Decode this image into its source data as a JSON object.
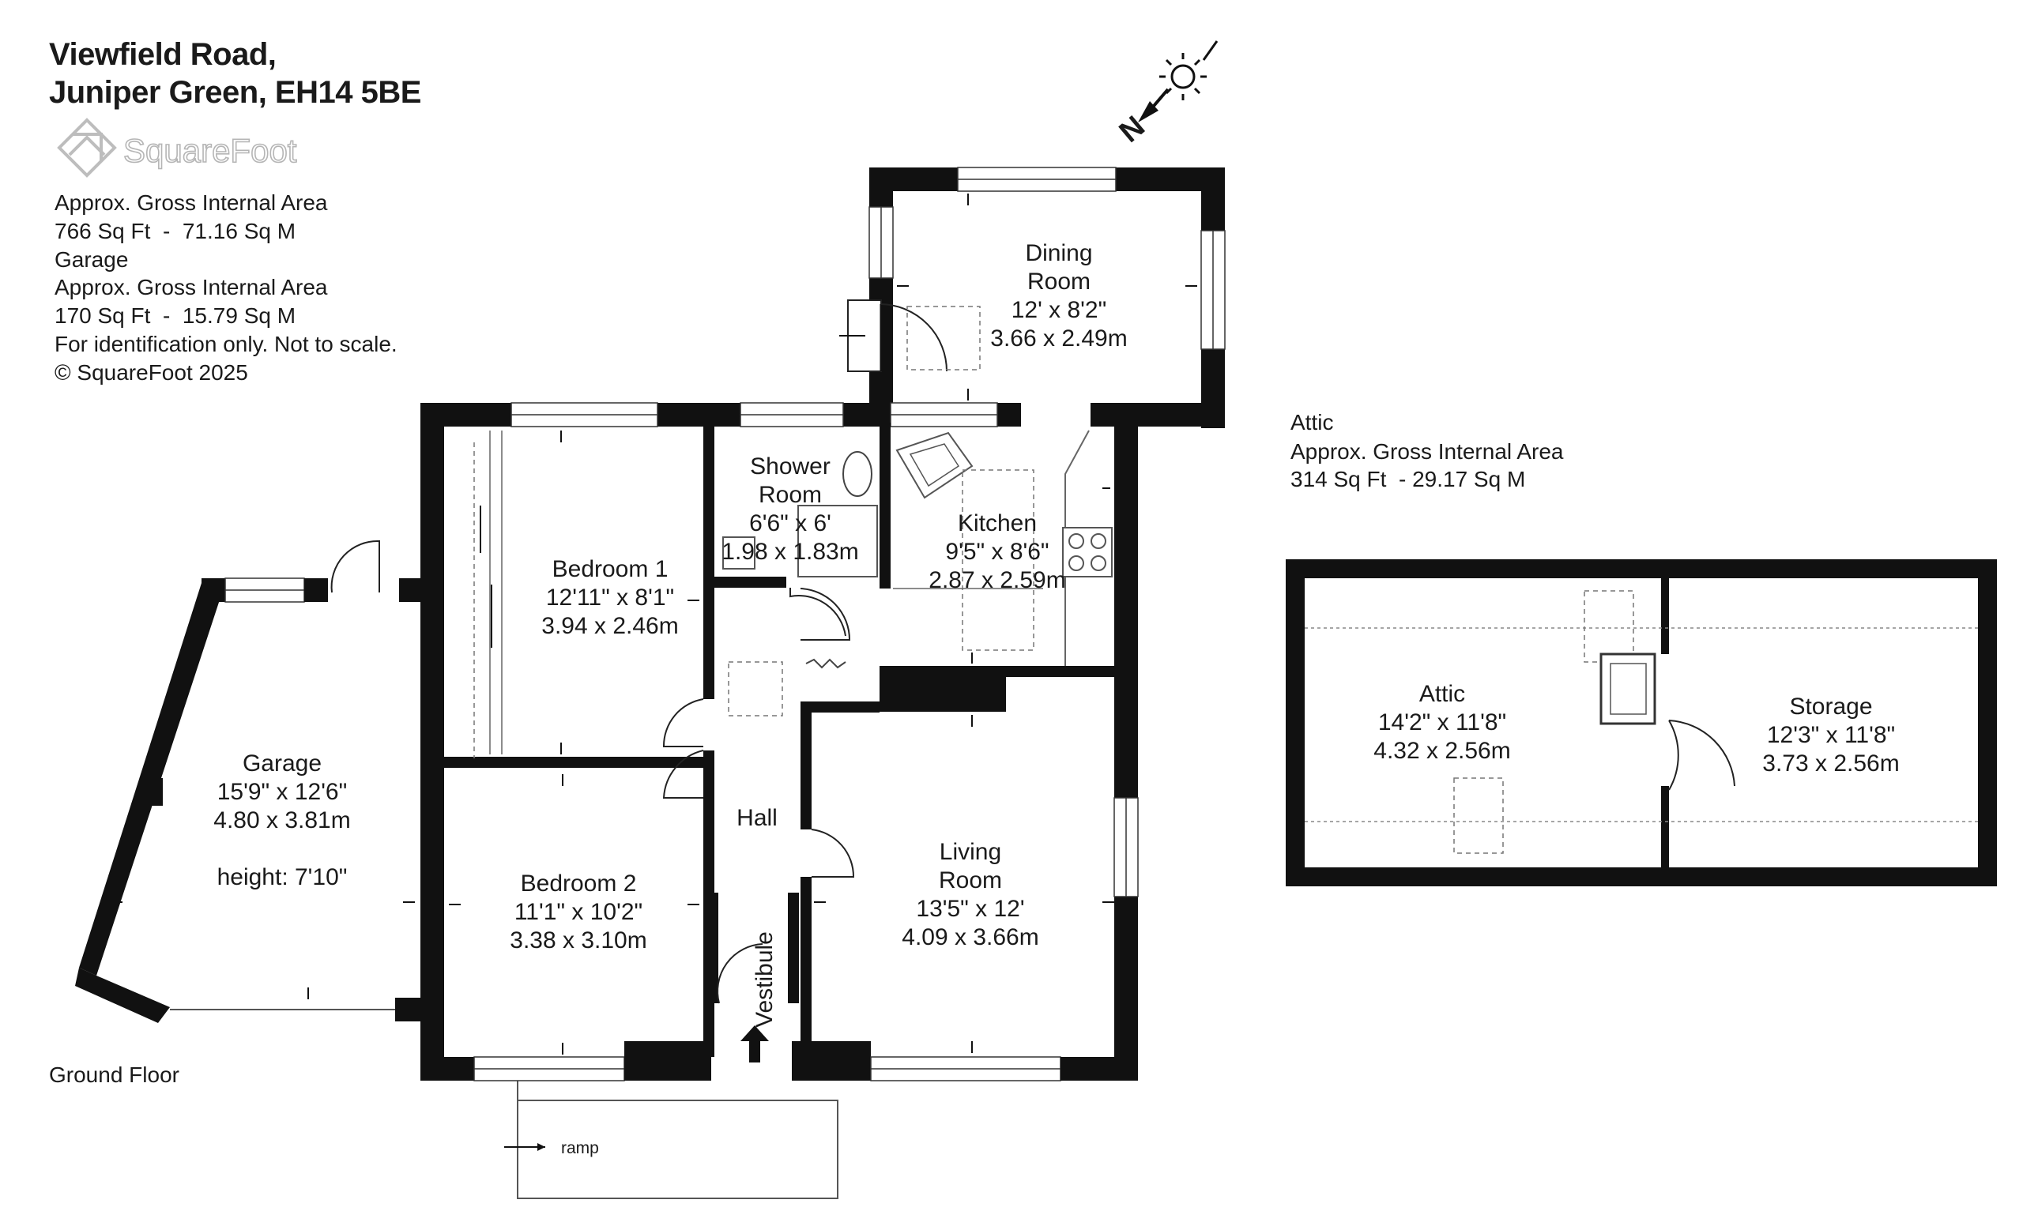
{
  "header": {
    "address_line1": "Viewfield Road,",
    "address_line2": "Juniper Green, EH14 5BE",
    "brand": "SquareFoot"
  },
  "area_info": {
    "lines": [
      "Approx. Gross Internal Area",
      "766 Sq Ft  -  71.16 Sq M",
      "Garage",
      "Approx. Gross Internal Area",
      "170 Sq Ft  -  15.79 Sq M",
      "For identification only. Not to scale.",
      "© SquareFoot 2025"
    ]
  },
  "attic_info": {
    "lines": [
      "Attic",
      "Approx. Gross Internal Area",
      "314 Sq Ft  - 29.17 Sq M"
    ]
  },
  "compass": {
    "north_label": "N"
  },
  "floor_label": "Ground Floor",
  "rooms": {
    "dining": [
      "Dining",
      "Room",
      "12' x 8'2\"",
      "3.66 x 2.49m"
    ],
    "shower": [
      "Shower",
      "Room",
      "6'6\" x 6'",
      "1.98 x 1.83m"
    ],
    "kitchen": [
      "Kitchen",
      "9'5\" x 8'6\"",
      "2.87 x 2.59m"
    ],
    "bedroom1": [
      "Bedroom 1",
      "12'11\" x 8'1\"",
      "3.94 x 2.46m"
    ],
    "garage": [
      "Garage",
      "15'9\" x 12'6\"",
      "4.80 x 3.81m",
      "",
      "height: 7'10\""
    ],
    "hall": [
      "Hall"
    ],
    "bedroom2": [
      "Bedroom 2",
      "11'1\" x 10'2\"",
      "3.38 x 3.10m"
    ],
    "living": [
      "Living",
      "Room",
      "13'5\" x 12'",
      "4.09 x 3.66m"
    ],
    "vestibule": [
      "Vestibule"
    ],
    "attic": [
      "Attic",
      "14'2\" x 11'8\"",
      "4.32 x 2.56m"
    ],
    "storage": [
      "Storage",
      "12'3\" x 11'8\"",
      "3.73 x 2.56m"
    ]
  },
  "ramp_label": "ramp"
}
